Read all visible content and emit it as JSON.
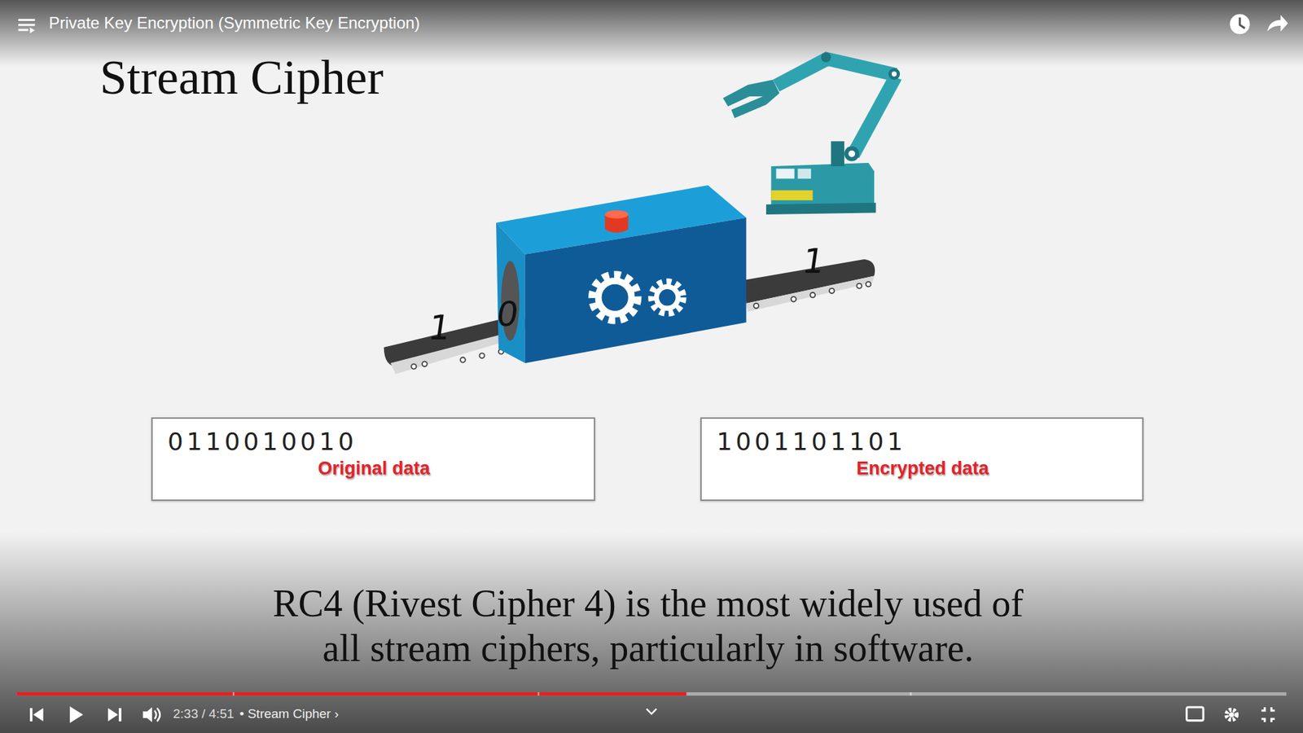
{
  "diagram": {
    "title": "Stream Cipher",
    "caption": "RC4 (Rivest Cipher 4) is the most widely used of all stream ciphers, particularly in software.",
    "nodes": [
      {
        "text": [
          "0110010010",
          "Original data"
        ]
      },
      {
        "text": [
          "1001101101",
          "Encrypted data"
        ]
      }
    ],
    "labels": [
      "Private Key Encryption (Symmetric Key Encryption)",
      "1",
      "0",
      "1",
      "2:33 / 4:51",
      "• Stream Cipher ›"
    ]
  }
}
